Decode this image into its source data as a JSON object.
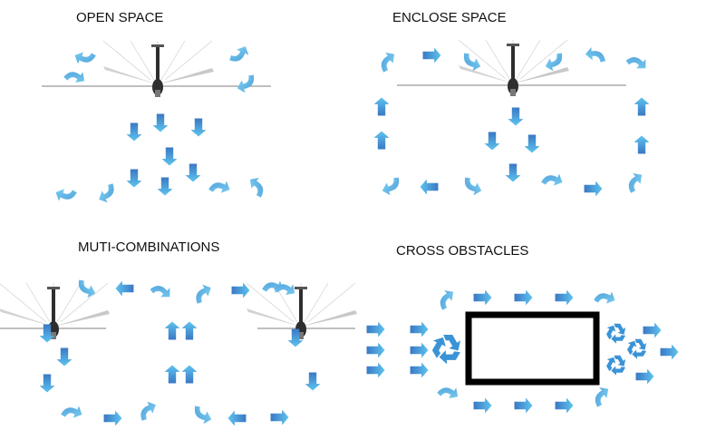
{
  "sections": [
    {
      "key": "open",
      "title": "OPEN SPACE"
    },
    {
      "key": "enclose",
      "title": "ENCLOSE SPACE"
    },
    {
      "key": "multi",
      "title": "MUTI-COMBINATIONS"
    },
    {
      "key": "cross",
      "title": "CROSS OBSTACLES"
    }
  ],
  "colors": {
    "arrow_light": "#5ec4ef",
    "arrow_dark": "#3a78c4",
    "fan_blade": "#c8c8c8",
    "fan_hub": "#2e2e2e",
    "obstacle_border": "#000000",
    "recycle": "#3b93d6"
  },
  "icons": [
    "fan-icon",
    "arrow-icon",
    "curved-arrow-icon",
    "recycle-icon"
  ]
}
